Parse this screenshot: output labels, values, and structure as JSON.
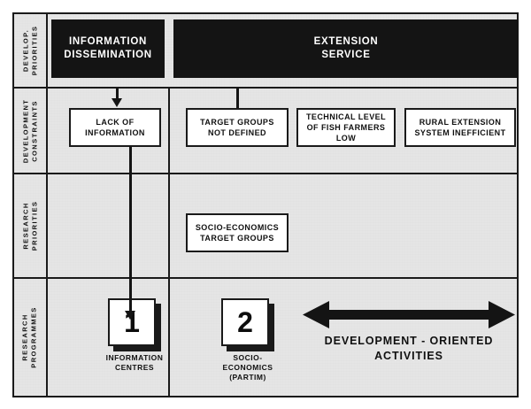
{
  "diagram": {
    "title": "Development priorities and research programmes matrix",
    "colors": {
      "frame": "#1a1a1a",
      "background": "#e9e9e9",
      "header_block": "#141414",
      "header_text": "#ffffff",
      "box_fill": "#ffffff",
      "ink": "#101010"
    },
    "rows": [
      {
        "id": "development-priorities",
        "label_lines": [
          "DEVELOP.",
          "PRIORITIES"
        ],
        "blocks": [
          {
            "id": "information-dissemination",
            "lines": [
              "INFORMATION",
              "DISSEMINATION"
            ]
          },
          {
            "id": "extension-service",
            "lines": [
              "EXTENSION",
              "SERVICE"
            ]
          }
        ]
      },
      {
        "id": "development-constraints",
        "label_lines": [
          "DEVELOPMENT",
          "CONSTRAINTS"
        ],
        "boxes": [
          {
            "id": "lack-of-information",
            "lines": [
              "LACK OF",
              "INFORMATION"
            ]
          },
          {
            "id": "target-groups-not-defined",
            "lines": [
              "TARGET GROUPS",
              "NOT DEFINED"
            ]
          },
          {
            "id": "technical-level-of-fish-farmers-low",
            "lines": [
              "TECHNICAL LEVEL",
              "OF FISH FARMERS",
              "LOW"
            ]
          },
          {
            "id": "rural-extension-system-inefficient",
            "lines": [
              "RURAL EXTENSION",
              "SYSTEM INEFFICIENT"
            ]
          }
        ]
      },
      {
        "id": "research-priorities",
        "label_lines": [
          "RESEARCH",
          "PRIORITIES"
        ],
        "boxes": [
          {
            "id": "socio-economics-target-groups",
            "lines": [
              "SOCIO-ECONOMICS",
              "TARGET GROUPS"
            ]
          }
        ]
      },
      {
        "id": "research-programmes",
        "label_lines": [
          "RESEARCH",
          "PROGRAMMES"
        ],
        "programmes": [
          {
            "id": "information-centres",
            "number": "1",
            "lines": [
              "INFORMATION",
              "CENTRES"
            ]
          },
          {
            "id": "socio-economics-partim",
            "number": "2",
            "lines": [
              "SOCIO-",
              "ECONOMICS",
              "(PARTIM)"
            ]
          }
        ],
        "annotation": {
          "id": "development-oriented-activities",
          "icon": "double-headed-horizontal-arrow",
          "lines": [
            "DEVELOPMENT  -  ORIENTED",
            "ACTIVITIES"
          ]
        }
      }
    ],
    "connectors": [
      {
        "id": "information-dissemination-to-lack-of-information",
        "icon": "arrow-down-icon"
      },
      {
        "id": "target-groups-not-defined-to-socio-economics-target-groups",
        "icon": "arrow-down-icon"
      },
      {
        "id": "lack-of-information-to-information-centres",
        "icon": "long-arrow-down-icon"
      }
    ]
  }
}
